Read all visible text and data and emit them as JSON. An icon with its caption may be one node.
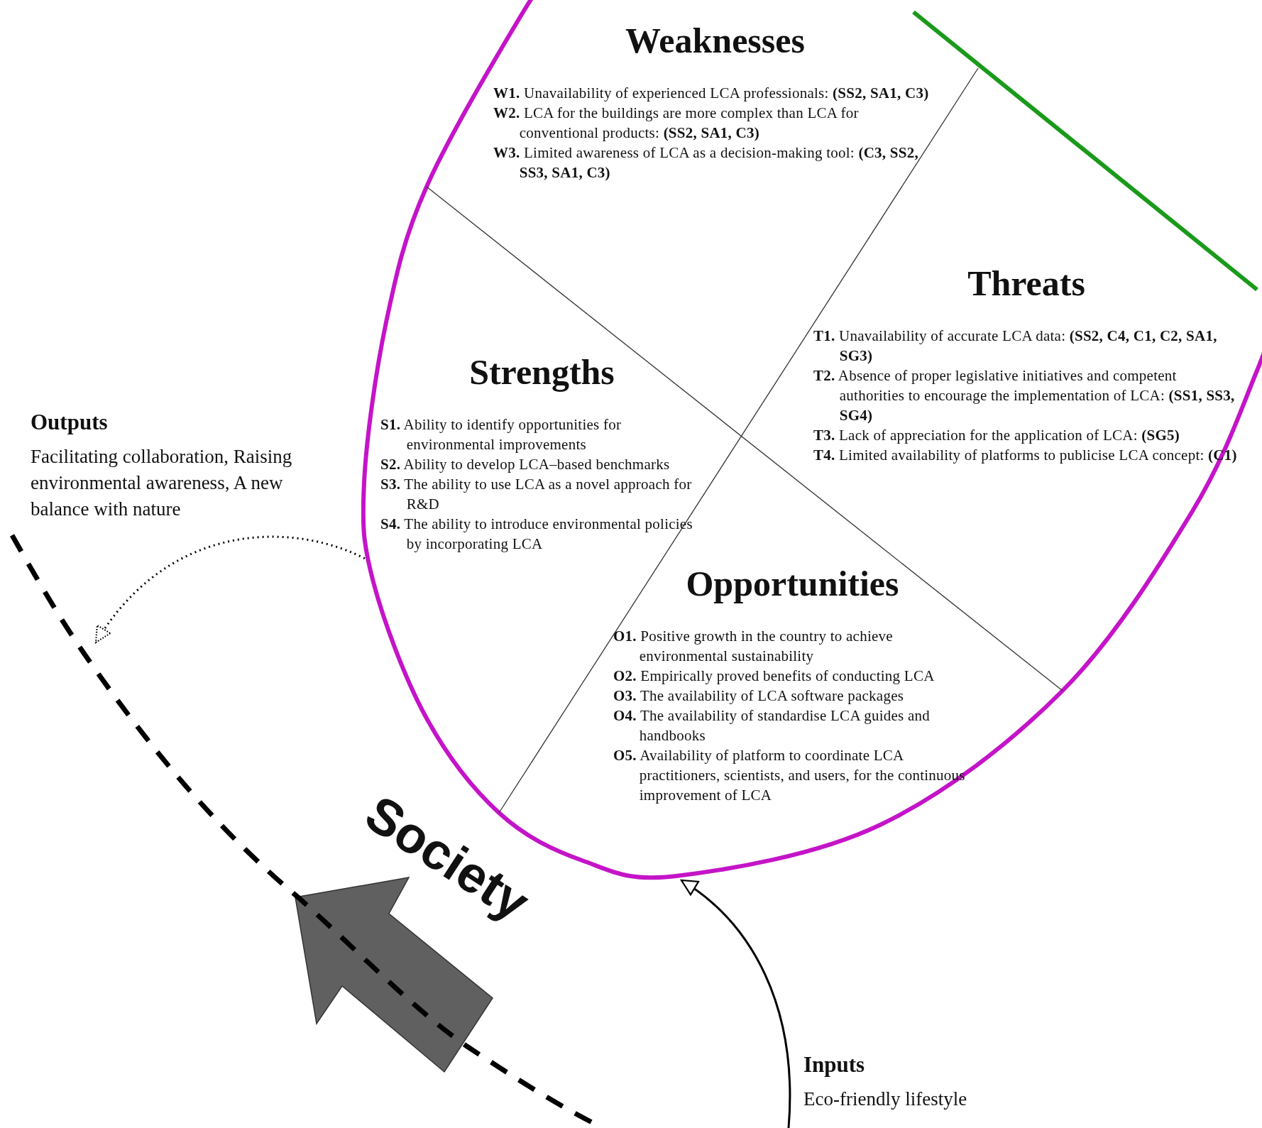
{
  "diagram": {
    "nodes": [
      {
        "text": [],
        "shape": "ellipse"
      },
      {
        "text": [
          "Weaknesses",
          "**W1.** Unavailability of experienced LCA professionals: **(SS2, SA1, C3)**",
          "**W2.** LCA for the buildings are more complex than LCA for conventional products: **(SS2, SA1, C3)**",
          "**W3.** Limited awareness of LCA as a decision-making tool: **(C3, SS2, SS3, SA1, C3)**"
        ],
        "in": 0
      },
      {
        "text": [
          "Threats",
          "**T1.** Unavailability of accurate LCA data: **(SS2, C4, C1, C2, SA1, SG3)**",
          "**T2.** Absence of proper legislative initiatives and competent authorities to encourage the implementation of LCA: **(SS1, SS3, SG4)**",
          "**T3.** Lack of appreciation for the application of LCA: **(SG5)**",
          "**T4.** Limited availability of platforms to publicise LCA concept: **(C1)**"
        ],
        "in": 0
      },
      {
        "text": [
          "Strengths",
          "**S1.** Ability to identify opportunities for environmental improvements",
          "**S2.** Ability to develop LCA–based benchmarks",
          "**S3.** The ability to use LCA as a novel approach for R&D",
          "**S4.** The ability to introduce environmental policies by incorporating LCA"
        ],
        "in": 0
      },
      {
        "text": [
          "Opportunities",
          "**O1.** Positive growth in the country to achieve environmental sustainability",
          "**O2.** Empirically proved benefits of conducting LCA",
          "**O3.** The availability of LCA software packages",
          "**O4.** The availability of standardise LCA guides and handbooks",
          "**O5.** Availability of platform to coordinate LCA practitioners, scientists, and users, for the continuous improvement of LCA"
        ],
        "in": 0
      },
      {
        "text": [
          "Outputs",
          "Facilitating collaboration, Raising environmental awareness, A new balance with nature"
        ]
      },
      {
        "text": [
          "Inputs",
          "Eco-friendly lifestyle"
        ]
      },
      {
        "text": [
          "Society"
        ]
      }
    ],
    "edges": [
      {
        "from": 0,
        "to": 7,
        "arrow": "to",
        "style": "dashed"
      },
      {
        "from": 6,
        "to": 0,
        "arrow": "to"
      }
    ]
  }
}
